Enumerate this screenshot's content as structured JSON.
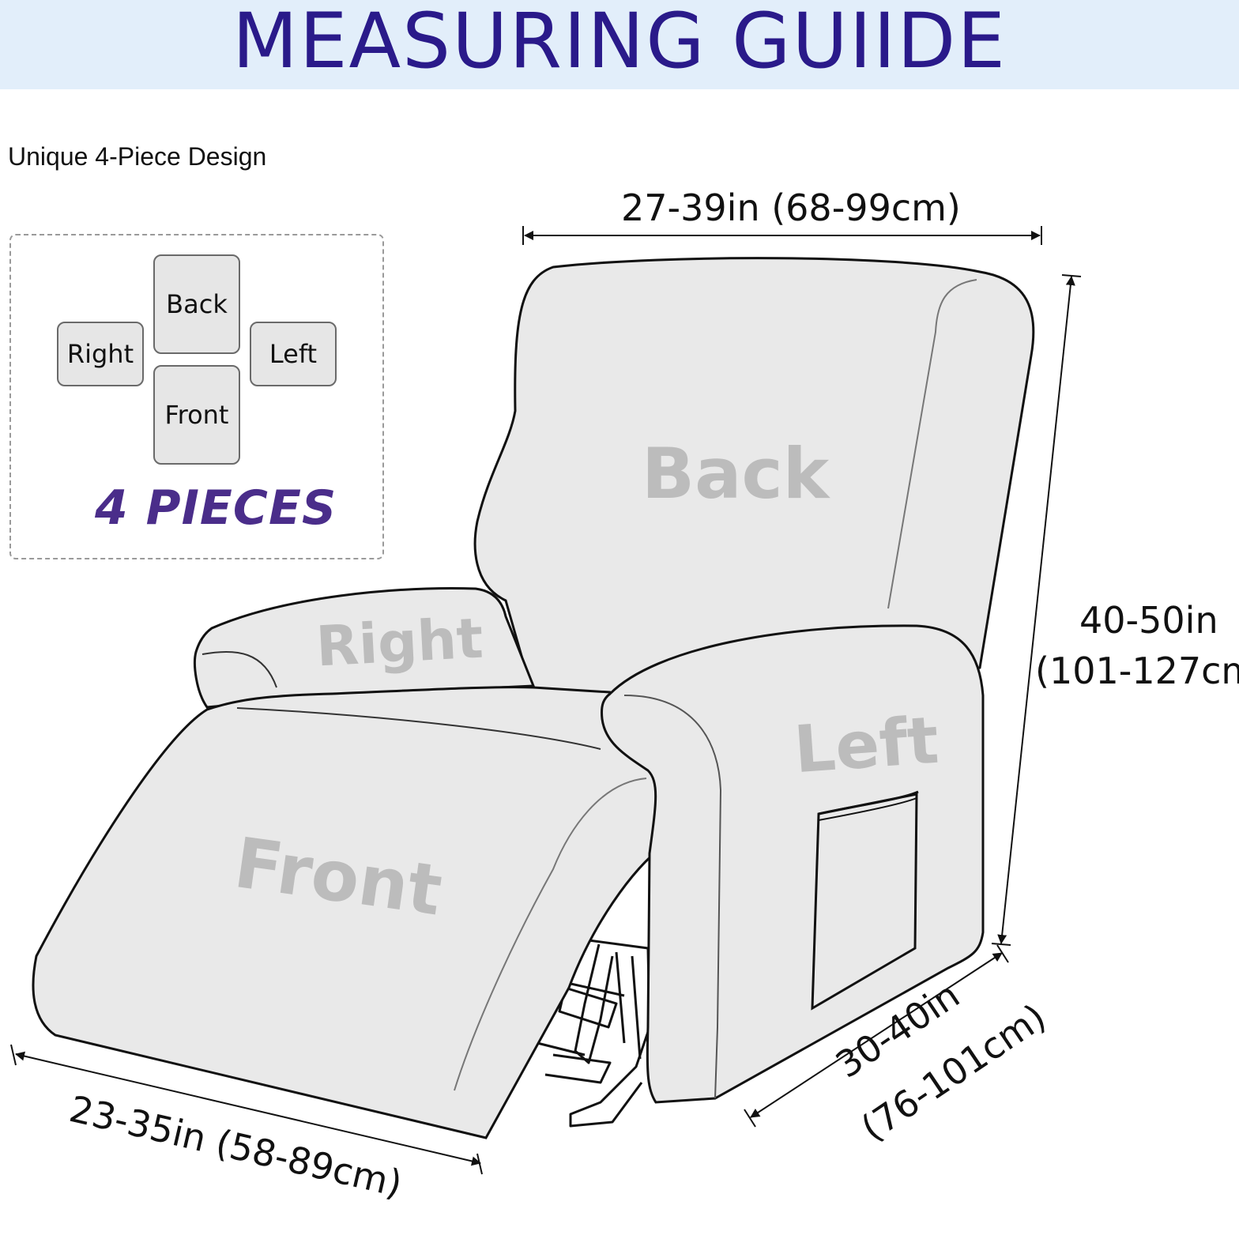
{
  "title": "MEASURING GUIIDE",
  "design_label": "Unique 4-Piece Design",
  "pieces_panel": {
    "back": "Back",
    "right": "Right",
    "left": "Left",
    "front": "Front",
    "count_label": "4 PIECES"
  },
  "chair_labels": {
    "back": "Back",
    "right": "Right",
    "left": "Left",
    "front": "Front"
  },
  "dimensions": {
    "width": "27-39in (68-99cm)",
    "height_in": "40-50in",
    "height_cm": "(101-127cm",
    "depth_in": "30-40in",
    "depth_cm": "(76-101cm)",
    "footrest": "23-35in (58-89cm)"
  },
  "colors": {
    "title": "#2a1a8a",
    "banner": "#e2eefa",
    "pieces_count": "#4a2d8a",
    "cover_fill": "#e9e9e9",
    "label_gray": "#bcbcbc"
  }
}
